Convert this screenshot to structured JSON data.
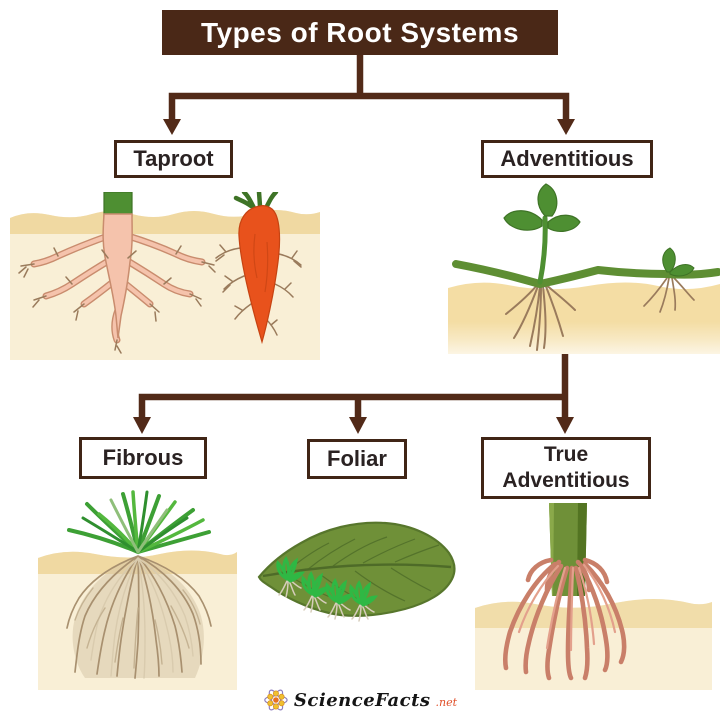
{
  "title": "Types of Root Systems",
  "nodes": {
    "taproot": "Taproot",
    "adventitious": "Adventitious",
    "fibrous": "Fibrous",
    "foliar": "Foliar",
    "true_adventitious": "True Adventitious"
  },
  "illustrations": {
    "taproot": "taproot-and-carrot-in-soil-illustration",
    "adventitious": "runner-stem-with-node-roots-illustration",
    "fibrous": "grass-tuft-with-fibrous-roots-illustration",
    "foliar": "leaf-with-plantlets-illustration",
    "true_adventitious": "stalk-with-prop-roots-illustration"
  },
  "footer": {
    "brand": "ScienceFacts",
    "tld": ".net"
  },
  "colors": {
    "title_bg": "#4A2817",
    "connector": "#522A18",
    "box_border": "#402516",
    "box_text": "#2A2222",
    "soil_cream": "#F9EFD6",
    "soil_tan": "#F0D9A2",
    "stem_green": "#4E8F32",
    "dark_green": "#3E7326",
    "runner_green": "#5E8E33",
    "leaf_green": "#6F9038",
    "leaf_outline": "#57762C",
    "plantlet_green": "#2FB844",
    "grass_green": "#3DA035",
    "taproot_pink": "#F5C3AC",
    "taproot_outline": "#C98C6E",
    "carrot_orange": "#E8521C",
    "carrot_dark": "#C64312",
    "root_brown": "#9A7B5C",
    "fibrous_root": "#A8906F",
    "fibrous_light": "#D9CBAE",
    "prop_root": "#C97F69",
    "prop_root_light": "#E3A08C",
    "brand_accent": "#E0502A"
  }
}
